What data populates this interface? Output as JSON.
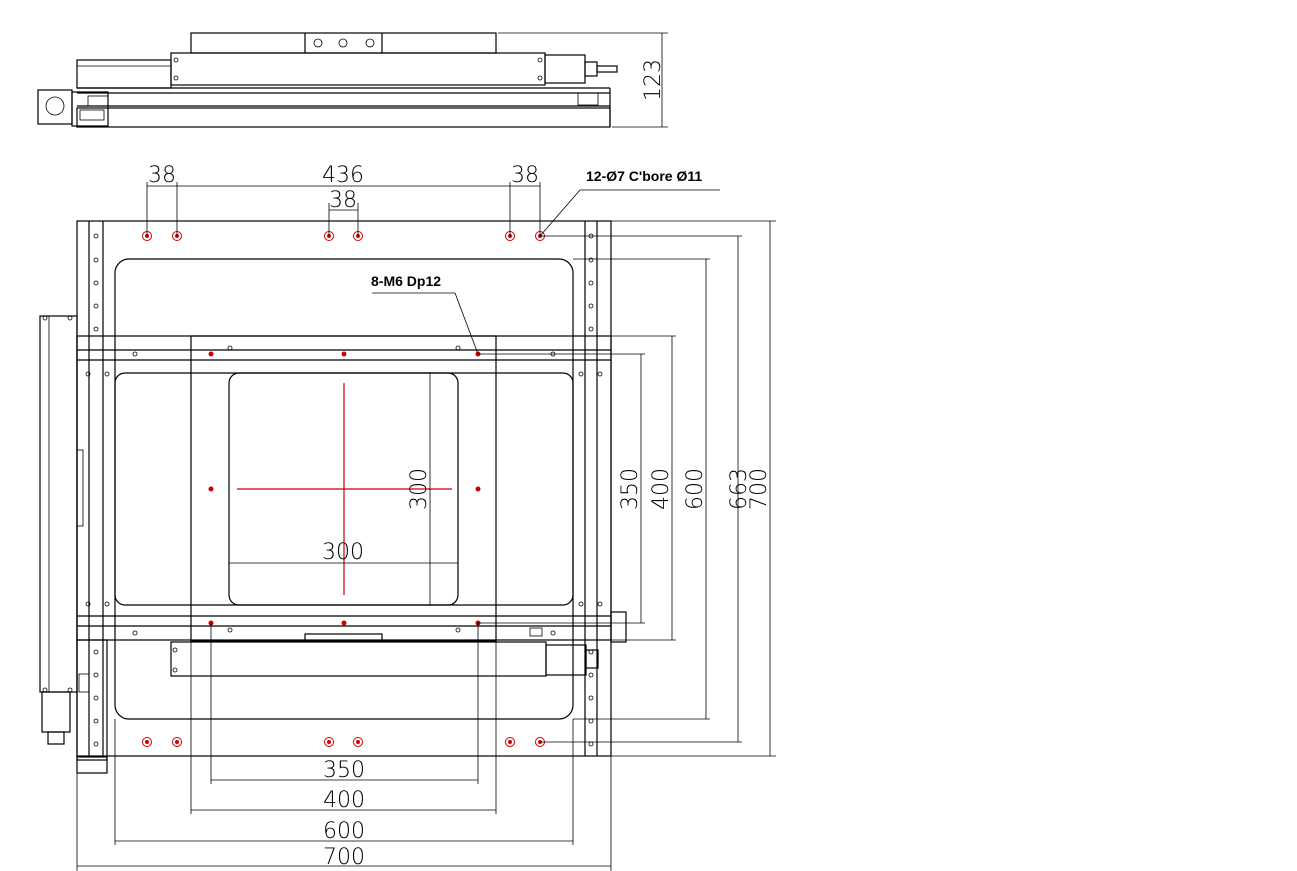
{
  "colors": {
    "line": "#000000",
    "center_mark": "#d00000",
    "hole": "#d00000"
  },
  "side_view": {
    "height_dim": "123"
  },
  "callouts": {
    "counterbore": "12-Ø7 C'bore Ø11",
    "tapped": "8-M6 Dp12"
  },
  "top_dims": {
    "left": "38",
    "middle": "436",
    "center": "38",
    "right": "38"
  },
  "inner_dims": {
    "horizontal": "300",
    "vertical": "300"
  },
  "right_dims": {
    "d350": "350",
    "d400": "400",
    "d600": "600",
    "d663": "663",
    "d700": "700"
  },
  "bottom_dims": {
    "d350": "350",
    "d400": "400",
    "d600": "600",
    "d700": "700"
  }
}
